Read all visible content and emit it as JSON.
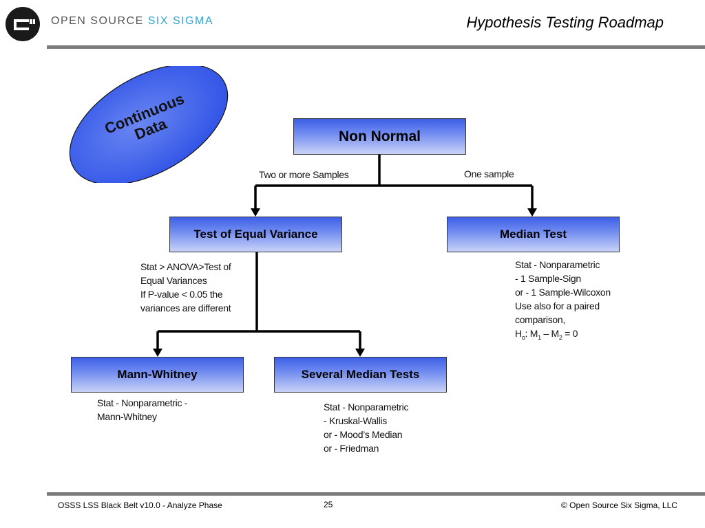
{
  "header": {
    "brand_prefix": "OPEN SOURCE",
    "brand_accent": "SIX SIGMA",
    "title": "Hypothesis Testing Roadmap"
  },
  "diagram": {
    "ellipse": {
      "line1": "Continuous",
      "line2": "Data"
    },
    "boxes": {
      "non_normal": "Non Normal",
      "equal_variance": "Test of Equal Variance",
      "median_test": "Median Test",
      "mann_whitney": "Mann-Whitney",
      "several_median": "Several Median Tests"
    },
    "branch_labels": {
      "two_or_more": "Two or more Samples",
      "one_sample": "One sample"
    },
    "notes": {
      "equal_variance": [
        "Stat > ANOVA>Test of",
        "Equal Variances",
        "If P-value < 0.05 the",
        "variances are different"
      ],
      "median_test": [
        "Stat - Nonparametric",
        "- 1 Sample-Sign",
        "or - 1 Sample-Wilcoxon",
        "Use also for a paired",
        "comparison,"
      ],
      "median_hypothesis": {
        "h": "H",
        "sub_o": "o",
        "mid": ": M",
        "sub_1": "1",
        "op": " – M",
        "sub_2": "2",
        "tail": " = 0"
      },
      "mann_whitney": [
        "Stat - Nonparametric -",
        "Mann-Whitney"
      ],
      "several_median": [
        "Stat - Nonparametric",
        "- Kruskal-Wallis",
        "or - Mood’s Median",
        "or - Friedman"
      ]
    },
    "colors": {
      "box_top": "#3d5fe6",
      "box_bottom": "#c9d2f6",
      "ellipse": "#3355e8",
      "accent": "#2ea3d6"
    }
  },
  "footer": {
    "left": "OSSS LSS Black Belt v10.0 - Analyze Phase",
    "page": "25",
    "right": "© Open Source Six Sigma, LLC"
  }
}
